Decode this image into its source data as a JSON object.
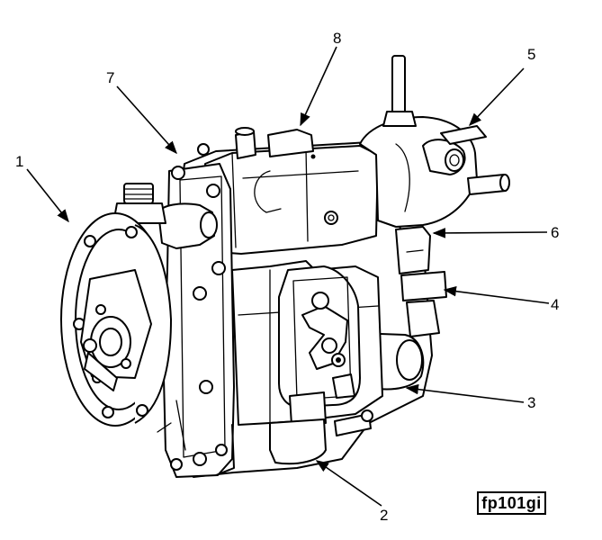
{
  "figure_ref": "fp101gi",
  "callouts": [
    {
      "id": "1",
      "label": "1"
    },
    {
      "id": "2",
      "label": "2"
    },
    {
      "id": "3",
      "label": "3"
    },
    {
      "id": "4",
      "label": "4"
    },
    {
      "id": "5",
      "label": "5"
    },
    {
      "id": "6",
      "label": "6"
    },
    {
      "id": "7",
      "label": "7"
    },
    {
      "id": "8",
      "label": "8"
    }
  ]
}
